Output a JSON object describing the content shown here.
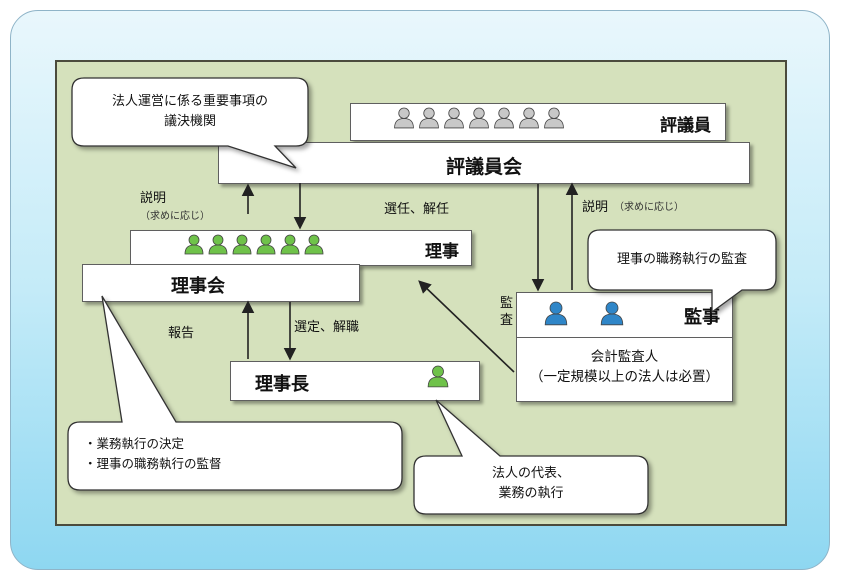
{
  "hyogiin": {
    "label": "評議員"
  },
  "hyogiinkai": {
    "label": "評議員会"
  },
  "riji": {
    "label": "理事"
  },
  "rijikai": {
    "label": "理事会"
  },
  "rijicho": {
    "label": "理事長"
  },
  "kanji": {
    "label": "監事"
  },
  "kaikei": {
    "line1": "会計監査人",
    "line2": "（一定規模以上の法人は必置）"
  },
  "callouts": {
    "hojin_unei": {
      "line1": "法人運営に係る重要事項の",
      "line2": "議決機関"
    },
    "kansa": {
      "text": "理事の職務執行の監査"
    },
    "rijikai_role": {
      "line1": "・業務執行の決定",
      "line2": "・理事の職務執行の監督"
    },
    "rijicho_role": {
      "line1": "法人の代表、",
      "line2": "業務の執行"
    }
  },
  "arrows": {
    "setsumei_left": "説明",
    "setsumei_left_sub": "（求めに応じ）",
    "senin": "選任、解任",
    "setsumei_right": "説明",
    "setsumei_right_sub": "（求めに応じ）",
    "kansa_vertical": "監査",
    "hokoku": "報告",
    "sentei": "選定、解職"
  },
  "colors": {
    "panel": "#d5e1bc",
    "person_gray": "#c8c8c8",
    "person_green": "#6fc24a",
    "person_blue": "#2f86c8"
  }
}
